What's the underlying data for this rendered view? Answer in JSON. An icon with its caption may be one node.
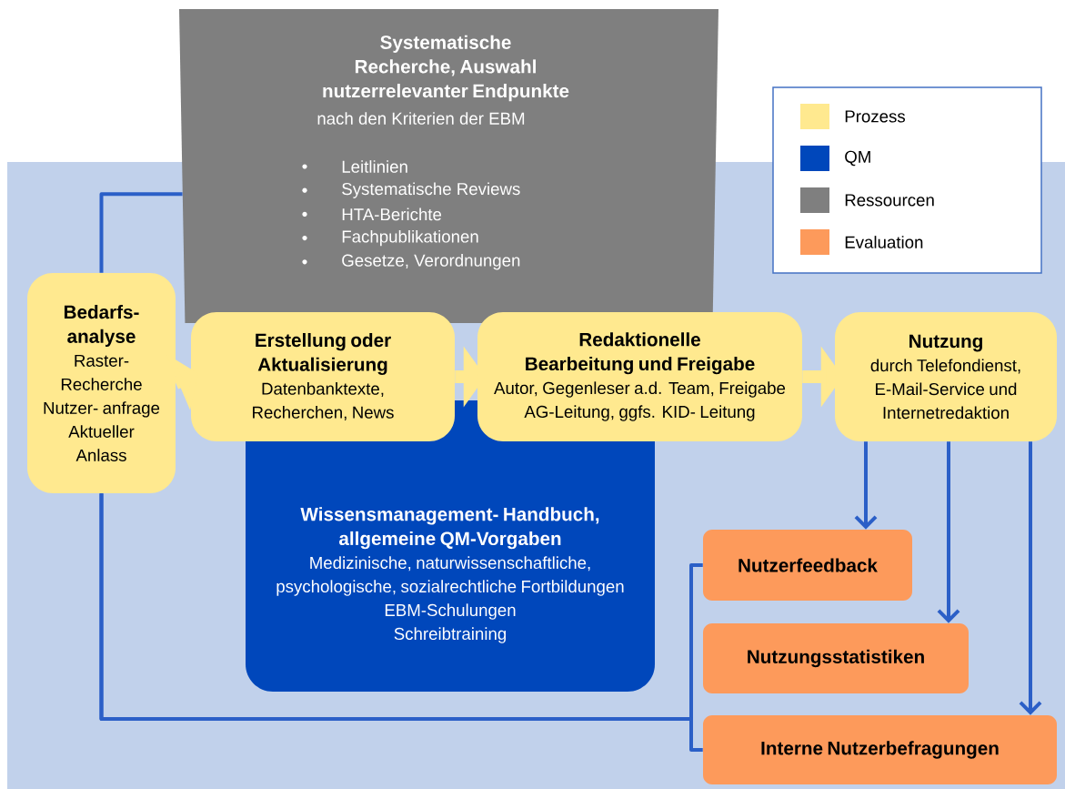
{
  "diagram": {
    "nodes": [
      {
        "text": [
          "Systematische Recherche, Auswahl nutzerrelevanter Endpunkte",
          "nach den Kriterien der EBM",
          "Leitlinien",
          "Systematische Reviews",
          "HTA-Berichte",
          "Fachpublikationen",
          "Gesetze, Verordnungen"
        ]
      },
      {
        "text": [
          "Bedarfs- analyse",
          "Raster- Recherche Nutzer- anfrage Aktueller Anlass"
        ]
      },
      {
        "text": [
          "Erstellung oder Aktualisierung",
          "Datenbanktexte, Recherchen, News"
        ]
      },
      {
        "text": [
          "Redaktionelle Bearbeitung und Freigabe",
          "Autor, Gegenleser a.d. Team, Freigabe AG-Leitung, ggfs. KID- Leitung"
        ]
      },
      {
        "text": [
          "Nutzung",
          "durch Telefondienst, E-Mail-Service und Internetredaktion"
        ]
      },
      {
        "text": [
          "Wissensmanagement- Handbuch, allgemeine QM-Vorgaben",
          "Medizinische, naturwissenschaftliche, psychologische, sozialrechtliche Fortbildungen",
          "EBM-Schulungen",
          "Schreibtraining"
        ]
      },
      {
        "text": [
          "Nutzerfeedback"
        ]
      },
      {
        "text": [
          "Nutzungsstatistiken"
        ]
      },
      {
        "text": [
          "Interne Nutzerbefragungen"
        ]
      }
    ],
    "edges": [
      {
        "from": 1,
        "to": 2,
        "arrow": "to",
        "style": "thick",
        "color": "#ffe98f"
      },
      {
        "from": 2,
        "to": 3,
        "arrow": "to",
        "style": "thick",
        "color": "#ffe98f"
      },
      {
        "from": 3,
        "to": 4,
        "arrow": "to",
        "style": "thick",
        "color": "#ffe98f"
      },
      {
        "from": 4,
        "to": 6,
        "arrow": "to"
      },
      {
        "from": 4,
        "to": 7,
        "arrow": "to"
      },
      {
        "from": 4,
        "to": 8,
        "arrow": "to"
      },
      {
        "from": 6,
        "to": 1,
        "arrow": "none"
      },
      {
        "from": 8,
        "to": 1,
        "arrow": "none"
      },
      {
        "from": 1,
        "to": 0,
        "arrow": "none"
      }
    ],
    "legend": [
      {
        "text": "Prozess",
        "color": "#ffe98f"
      },
      {
        "text": "QM",
        "color": "#0047bb"
      },
      {
        "text": "Ressourcen",
        "color": "#7f7f7f"
      },
      {
        "text": "Evaluation",
        "color": "#fd9a5b"
      }
    ]
  }
}
